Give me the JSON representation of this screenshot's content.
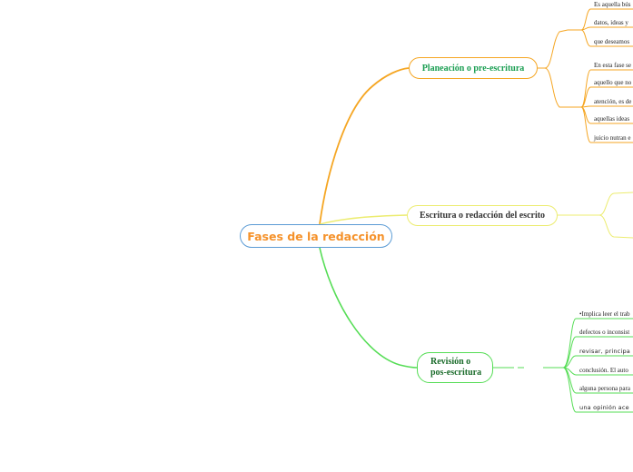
{
  "root": {
    "title": "Fases de la redacción"
  },
  "branches": [
    {
      "label": "Planeación o  pre-escritura",
      "groups": [
        [
          "Es aquella bús",
          "datos, ideas y",
          "que deseamos"
        ],
        [
          "En esta fase se",
          "aquello que no",
          "atención, es de",
          "aquellas ideas",
          "juicio nutran e"
        ]
      ]
    },
    {
      "label": "Escritura o  redacción del escrito"
    },
    {
      "label_line1": "Revisión o",
      "label_line2": "pos-escritura",
      "items": [
        "•Implica leer el trab",
        "defectos o inconsist",
        "revisar, principa",
        "conclusión. El auto",
        "alguna persona para",
        "una opinión ace"
      ]
    }
  ],
  "colors": {
    "orange": "#f5a623",
    "yellow": "#ecec70",
    "green": "#55dd55",
    "root_border": "#5b9bd5",
    "root_text": "#f5922b"
  }
}
